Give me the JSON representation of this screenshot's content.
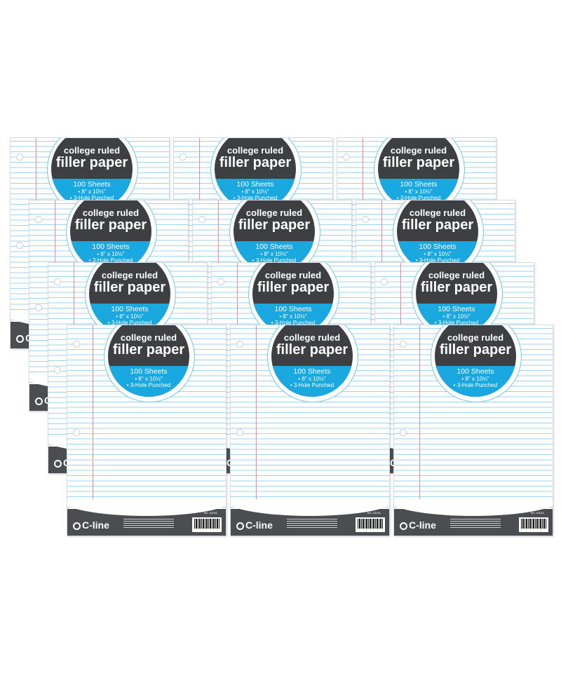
{
  "product": {
    "title_line1": "college ruled",
    "title_line2": "filler paper",
    "sheet_count": "100 Sheets",
    "size": "• 8\" x 10½\"",
    "holes": "• 3-Hole Punched",
    "brand": "C-line",
    "item_number": "NO. 03031"
  },
  "colors": {
    "badge_dark": "#3d3f42",
    "badge_blue": "#1aa8e0",
    "rule_blue": "#9fd3ee",
    "margin_red": "#f08a8a",
    "footer_gray": "#4b4d50"
  },
  "layout_grid": {
    "rows": 4,
    "columns": 3
  }
}
